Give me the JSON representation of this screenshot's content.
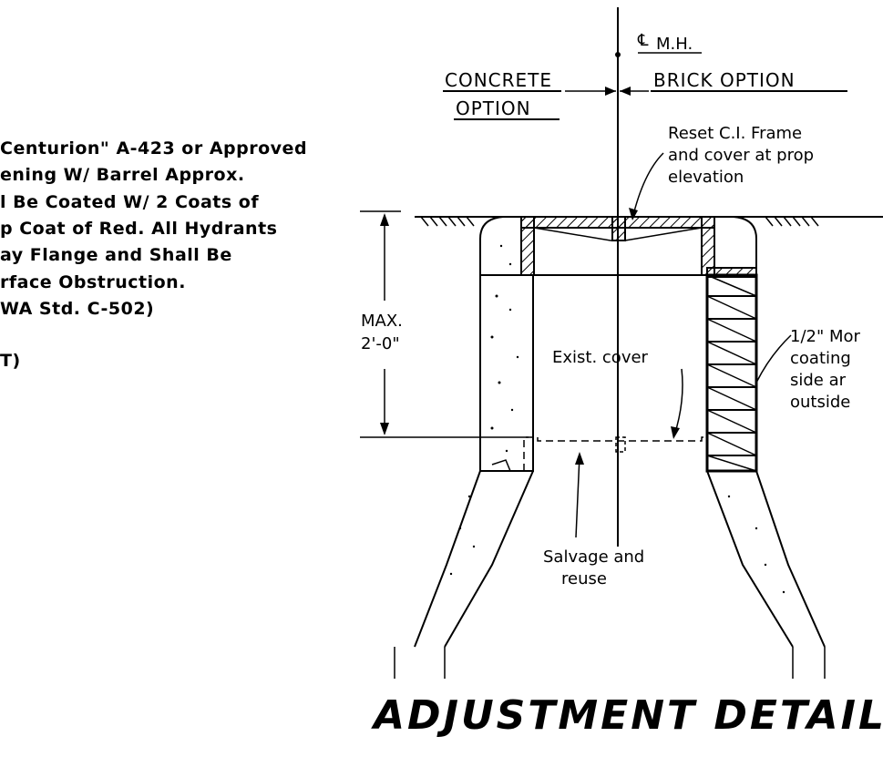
{
  "notes": {
    "lines": [
      "Centurion\" A-423 or Approved",
      "ening W/ Barrel Approx.",
      "l Be Coated W/ 2 Coats of",
      "p Coat of Red.  All Hydrants",
      "ay Flange and Shall Be",
      "rface Obstruction.",
      "WA Std. C-502)",
      "T)"
    ]
  },
  "diagram": {
    "centerline_label": "M.H.",
    "concrete_option_line1": "CONCRETE",
    "concrete_option_line2": "OPTION",
    "brick_option": "BRICK OPTION",
    "reset_frame_line1": "Reset  C.I. Frame",
    "reset_frame_line2": "and cover at prop",
    "reset_frame_line3": "elevation",
    "max_line1": "MAX.",
    "max_line2": "2'-0\"",
    "exist_cover": "Exist. cover",
    "mortar_line1": "1/2\" Mor",
    "mortar_line2": "coating",
    "mortar_line3": "side  ar",
    "mortar_line4": "outside",
    "salvage_line1": "Salvage and",
    "salvage_line2": "reuse",
    "title": "ADJUSTMENT  DETAIL"
  }
}
